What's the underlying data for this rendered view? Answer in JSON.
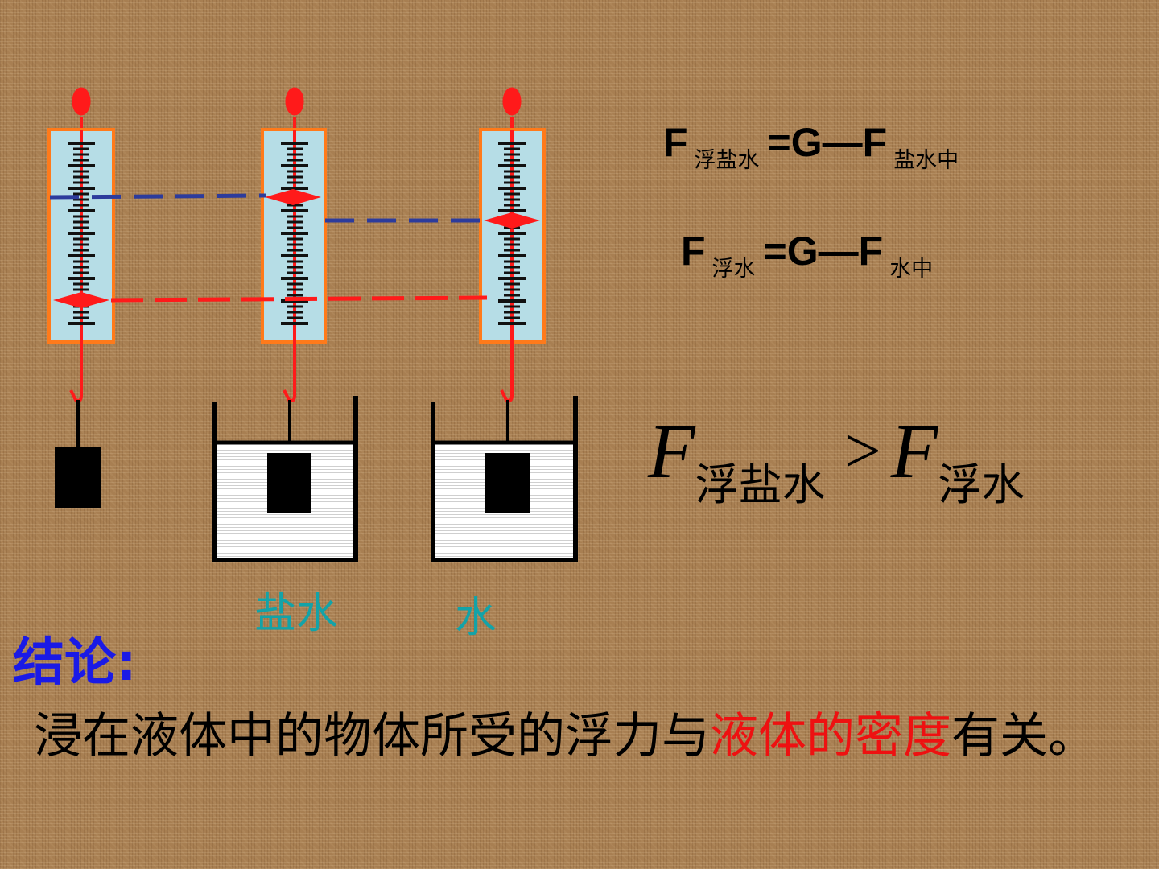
{
  "formulas": {
    "salt_water": {
      "F": "F",
      "sub1": "浮盐水",
      "eq": "=G—F",
      "sub2": "盐水中"
    },
    "water": {
      "F": "F",
      "sub1": "浮水",
      "eq": "=G—F",
      "sub2": "水中"
    }
  },
  "inequality": {
    "F": "F",
    "left_sub": "浮盐水",
    "op": ">",
    "right_sub": "浮水"
  },
  "labels": {
    "salt_water": "盐水",
    "water": "水"
  },
  "conclusion": {
    "title": "结论:",
    "part1": "浸在液体中的物体所受的浮力与",
    "highlight": "液体的密度",
    "part2": "有关。"
  },
  "colors": {
    "scale_fill": "#b6dde6",
    "scale_border": "#ff7a1a",
    "spring": "#ff1a1a",
    "dash_blue": "#2c3b9c",
    "dash_red": "#ff1a1a",
    "label_teal": "#13a3a8",
    "title_blue": "#1a1ae6",
    "highlight_red": "#ee1111"
  }
}
